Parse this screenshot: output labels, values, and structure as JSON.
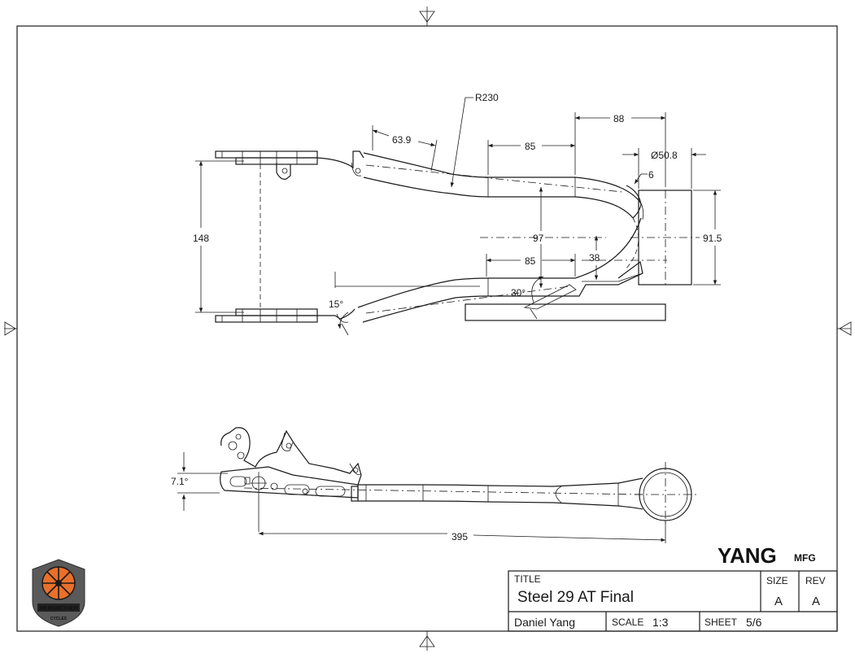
{
  "dimensions": {
    "r230": "R230",
    "d63_9": "63.9",
    "d88": "88",
    "d85_top": "85",
    "dia50_8": "Ø50.8",
    "d6": "6",
    "d148": "148",
    "d97": "97",
    "d91_5": "91.5",
    "d85_bottom": "85",
    "d38": "38",
    "d30deg": "30°",
    "d15deg": "15°",
    "d7_1deg": "7.1°",
    "d395": "395"
  },
  "brand": {
    "name": "YANG",
    "suffix": "MFG"
  },
  "logo": {
    "text_top": "MERIWETHER",
    "text_bottom": "CYCLES",
    "colors": {
      "shield": "#5a5a5a",
      "wheel": "#e8702a",
      "spokes": "#1a1a1a"
    }
  },
  "title_block": {
    "title_label": "TITLE",
    "title_value": "Steel 29 AT Final",
    "size_label": "SIZE",
    "size_value": "A",
    "rev_label": "REV",
    "rev_value": "A",
    "drawn_by": "Daniel Yang",
    "scale_label": "SCALE",
    "scale_value": "1:3",
    "sheet_label": "SHEET",
    "sheet_value": "5/6"
  }
}
